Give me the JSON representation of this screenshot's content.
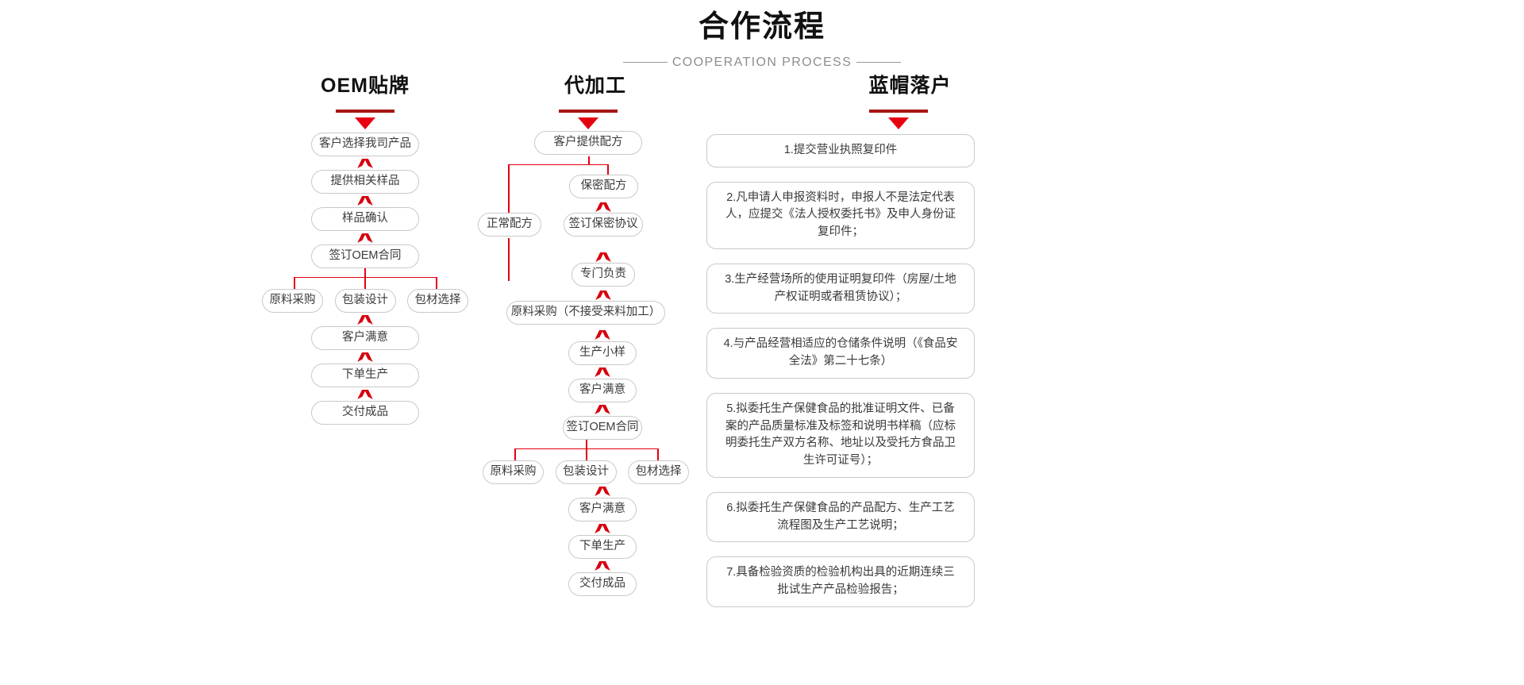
{
  "header": {
    "title": "合作流程",
    "subtitle": "COOPERATION PROCESS"
  },
  "accent_colors": {
    "title_underline": "#a81515",
    "arrow_red": "#e60012",
    "connector_red": "#e2000f",
    "node_border": "#c9c9c9",
    "text": "#3a3a3a"
  },
  "columns": [
    {
      "id": "oem",
      "title": "OEM贴牌",
      "steps": [
        "客户选择我司产品",
        "提供相关样品",
        "样品确认",
        "签订OEM合同"
      ],
      "branch": [
        "原料采购",
        "包装设计",
        "包材选择"
      ],
      "after_branch": [
        "客户满意",
        "下单生产",
        "交付成品"
      ]
    },
    {
      "id": "oem-processing",
      "title": "代加工",
      "head": "客户提供配方",
      "left_branch": "正常配方",
      "right_branch": [
        "保密配方",
        "签订保密协议",
        "专门负责"
      ],
      "merge": "原料采购（不接受来料加工）",
      "steps": [
        "生产小样",
        "客户满意",
        "签订OEM合同"
      ],
      "branch": [
        "原料采购",
        "包装设计",
        "包材选择"
      ],
      "after_branch": [
        "客户满意",
        "下单生产",
        "交付成品"
      ]
    },
    {
      "id": "blue-hat",
      "title": "蓝帽落户",
      "items": [
        "1.提交营业执照复印件",
        "2.凡申请人申报资料时，申报人不是法定代表人，应提交《法人授权委托书》及申人身份证复印件；",
        "3.生产经营场所的使用证明复印件（房屋/土地产权证明或者租赁协议）；",
        "4.与产品经营相适应的仓储条件说明（《食品安全法》第二十七条）",
        "5.拟委托生产保健食品的批准证明文件、已备案的产品质量标准及标签和说明书样稿（应标明委托生产双方名称、地址以及受托方食品卫生许可证号）；",
        "6.拟委托生产保健食品的产品配方、生产工艺流程图及生产工艺说明；",
        "7.具备检验资质的检验机构出具的近期连续三批试生产产品检验报告；"
      ]
    }
  ]
}
